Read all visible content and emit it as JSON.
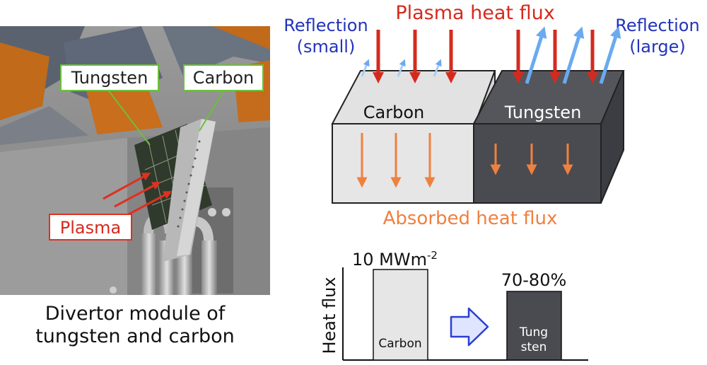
{
  "photo": {
    "label_tungsten": "Tungsten",
    "label_carbon": "Carbon",
    "label_plasma": "Plasma",
    "caption_line1": "Divertor module of",
    "caption_line2": "tungsten and carbon"
  },
  "heat_diagram": {
    "title": "Plasma heat flux",
    "reflection_small_line1": "Reflection",
    "reflection_small_line2": "(small)",
    "reflection_large_line1": "Reflection",
    "reflection_large_line2": "(large)",
    "block_carbon": "Carbon",
    "block_tungsten": "Tungsten",
    "absorbed": "Absorbed heat flux"
  },
  "bar_chart": {
    "ylabel": "Heat flux",
    "carbon_value": "10 MWm",
    "carbon_value_exp": "-2",
    "tungsten_value": "70-80%",
    "carbon_label": "Carbon",
    "tungsten_label_line1": "Tung",
    "tungsten_label_line2": "sten"
  },
  "colors": {
    "plasma_red": "#d42a1e",
    "reflection_blue": "#2233bb",
    "absorbed_orange": "#f08040",
    "label_green": "#6cbf3c",
    "tungsten_dark": "#4a4b50",
    "carbon_light": "#e6e6e6"
  }
}
